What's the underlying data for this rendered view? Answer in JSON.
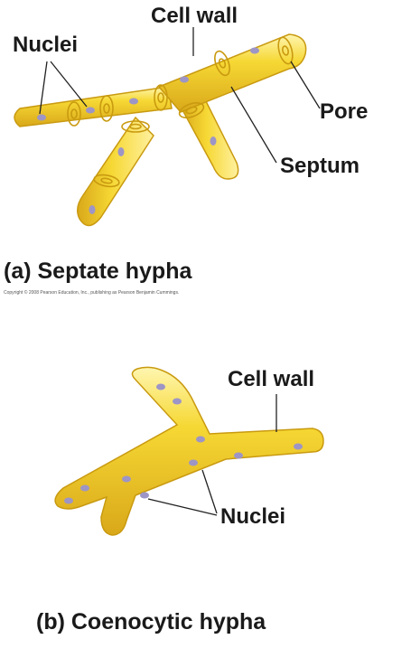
{
  "panel_a": {
    "labels": {
      "cell_wall": "Cell wall",
      "nuclei": "Nuclei",
      "pore": "Pore",
      "septum": "Septum"
    },
    "caption": "(a) Septate hypha",
    "copyright": "Copyright © 2008 Pearson Education, Inc., publishing as Pearson Benjamin Cummings."
  },
  "panel_b": {
    "labels": {
      "cell_wall": "Cell wall",
      "nuclei": "Nuclei"
    },
    "caption": "(b) Coenocytic hypha"
  },
  "colors": {
    "hypha_fill": "#f2cf2a",
    "hypha_highlight": "#fff3a0",
    "hypha_edge": "#c99a10",
    "nucleus": "#9d95c6",
    "leader_line": "#222222"
  }
}
